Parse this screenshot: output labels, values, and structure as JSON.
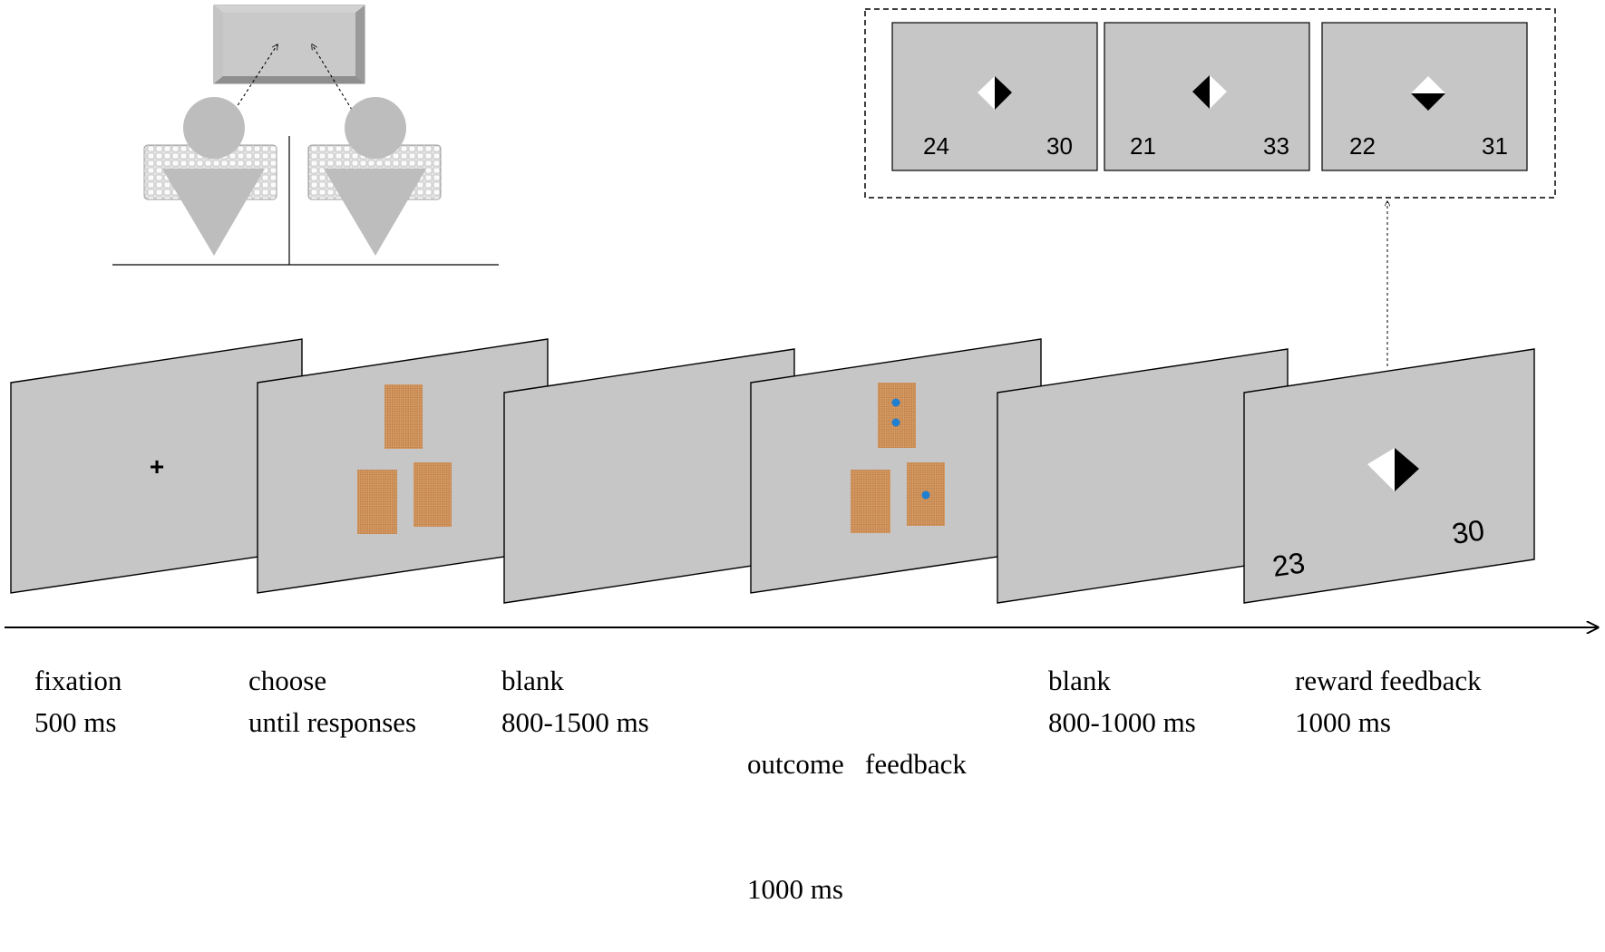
{
  "stages": [
    {
      "name": "fixation",
      "duration": "500 ms"
    },
    {
      "name": "choose",
      "duration": "until responses"
    },
    {
      "name": "blank",
      "duration": "800-1500 ms"
    },
    {
      "name": "outcome   feedback",
      "duration": "1000 ms"
    },
    {
      "name": "blank",
      "duration": "800-1000 ms"
    },
    {
      "name": "reward feedback",
      "duration": "1000 ms"
    }
  ],
  "fixation_symbol": "+",
  "reward_screen": {
    "left_score": "23",
    "right_score": "30"
  },
  "reward_examples": [
    {
      "left_score": "24",
      "right_score": "30",
      "white_side": "left",
      "black_side": "right"
    },
    {
      "left_score": "21",
      "right_score": "33",
      "white_side": "right",
      "black_side": "left"
    },
    {
      "left_score": "22",
      "right_score": "31",
      "white_side": "top",
      "black_side": "bottom"
    }
  ],
  "colors": {
    "screen_gray": "#c6c6c6",
    "card_tan": "#cf915a",
    "marker_blue": "#1f7fd0",
    "person_gray": "#bdbdbd"
  }
}
